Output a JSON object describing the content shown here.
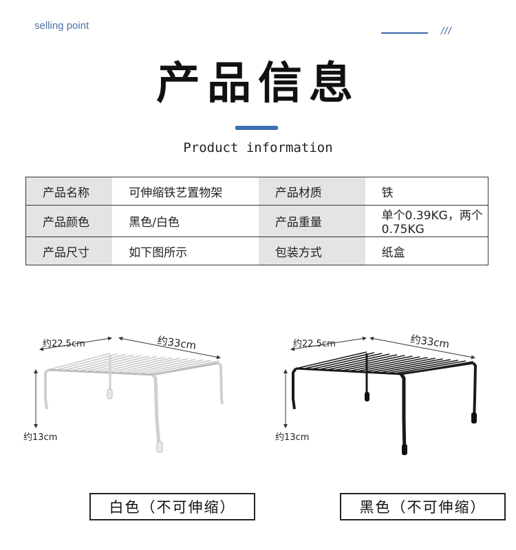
{
  "header": {
    "selling_point": "selling point",
    "slashes": "///",
    "title": "产品信息",
    "subtitle": "Product information"
  },
  "table": [
    [
      "产品名称",
      "可伸缩铁艺置物架",
      "产品材质",
      "铁"
    ],
    [
      "产品颜色",
      "黑色/白色",
      "产品重量",
      "单个0.39KG，两个0.75KG"
    ],
    [
      "产品尺寸",
      "如下图所示",
      "包装方式",
      "纸盒"
    ]
  ],
  "products": [
    {
      "depth": "约22.5cm",
      "width": "约33cm",
      "height": "约13cm",
      "caption": "白色（不可伸缩）",
      "color": "#ffffff"
    },
    {
      "depth": "约22.5cm",
      "width": "约33cm",
      "height": "约13cm",
      "caption": "黑色（不可伸缩）",
      "color": "#1a1a1a"
    }
  ],
  "colors": {
    "accent": "#3a6fb0",
    "label_bg": "#e4e4e4"
  }
}
